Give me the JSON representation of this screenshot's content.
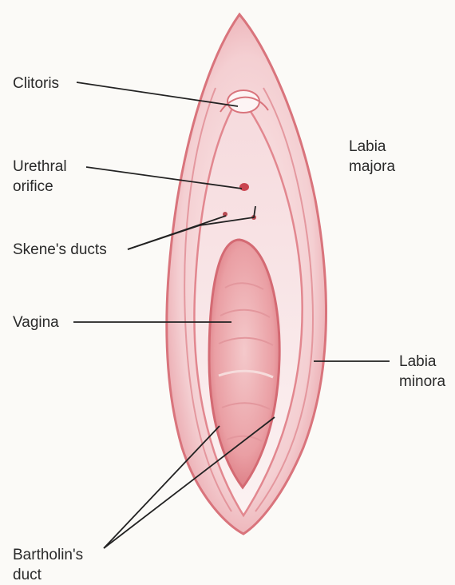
{
  "diagram": {
    "labels": {
      "clitoris": "Clitoris",
      "urethral_orifice": [
        "Urethral",
        "orifice"
      ],
      "skenes_ducts": "Skene's ducts",
      "vagina": "Vagina",
      "labia_majora": [
        "Labia",
        "majora"
      ],
      "labia_minora": [
        "Labia",
        "minora"
      ],
      "bartholins_duct": [
        "Bartholin's",
        "duct"
      ]
    },
    "colors": {
      "background": "#fbfaf7",
      "outline": "#d9747c",
      "tissue_light": "#f7dfe0",
      "tissue_mid": "#eeb3b6",
      "tissue_dark": "#d97c83",
      "leader_line": "#222222",
      "label_text": "#2a2a2a"
    }
  }
}
